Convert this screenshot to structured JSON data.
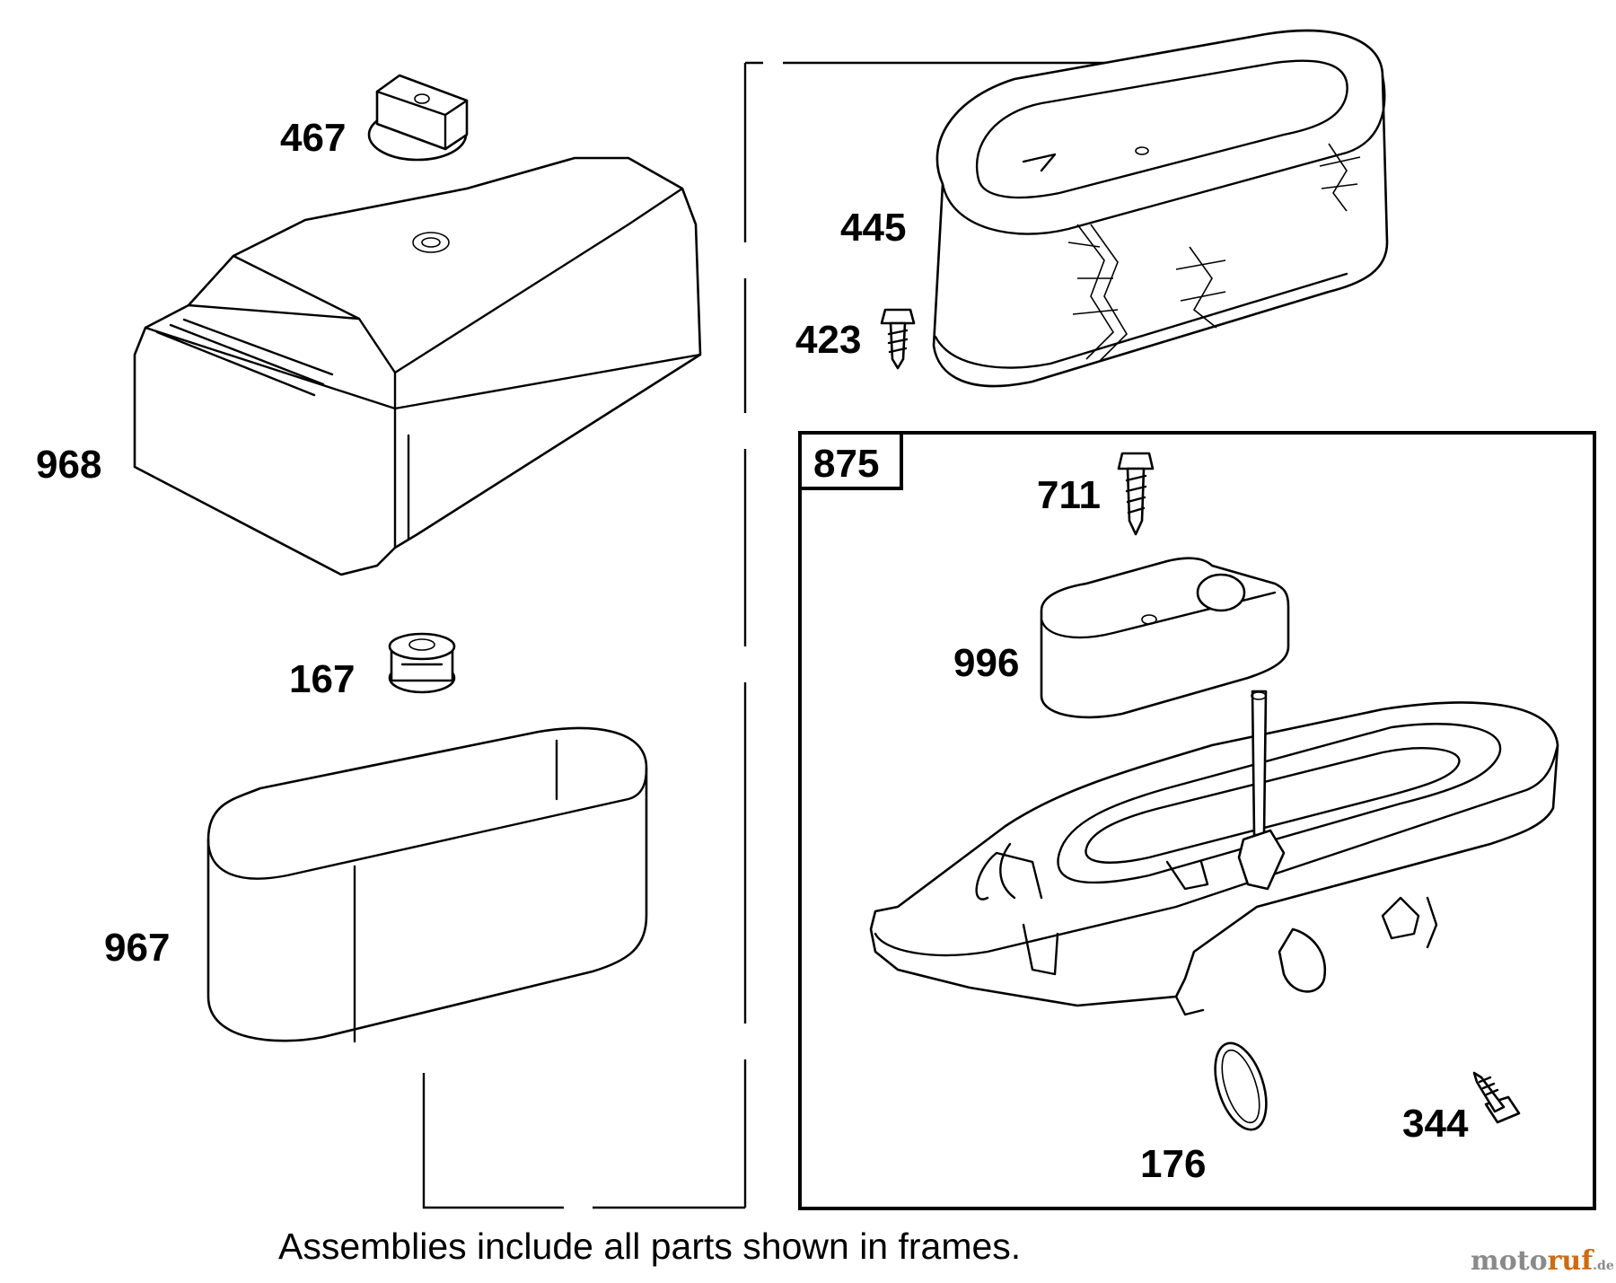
{
  "diagram": {
    "parts": [
      {
        "id": "467",
        "label": "467",
        "name": "knob"
      },
      {
        "id": "968",
        "label": "968",
        "name": "air-cleaner-cover"
      },
      {
        "id": "167",
        "label": "167",
        "name": "grommet"
      },
      {
        "id": "967",
        "label": "967",
        "name": "pre-cleaner"
      },
      {
        "id": "445",
        "label": "445",
        "name": "air-filter-cartridge"
      },
      {
        "id": "423",
        "label": "423",
        "name": "screw"
      },
      {
        "id": "875",
        "label": "875",
        "name": "air-cleaner-base-assembly"
      },
      {
        "id": "711",
        "label": "711",
        "name": "screw"
      },
      {
        "id": "996",
        "label": "996",
        "name": "cover-plate"
      },
      {
        "id": "176",
        "label": "176",
        "name": "seal"
      },
      {
        "id": "344",
        "label": "344",
        "name": "screw"
      }
    ],
    "assembly_frame_label": "875"
  },
  "caption": "Assemblies include all parts shown in frames.",
  "watermark": {
    "main": "moto",
    "accent": "ruf",
    "tld": ".de"
  },
  "colors": {
    "line": "#000000",
    "background": "#ffffff",
    "watermark_gray": "#8a8a8a",
    "watermark_orange": "#d06a10"
  }
}
